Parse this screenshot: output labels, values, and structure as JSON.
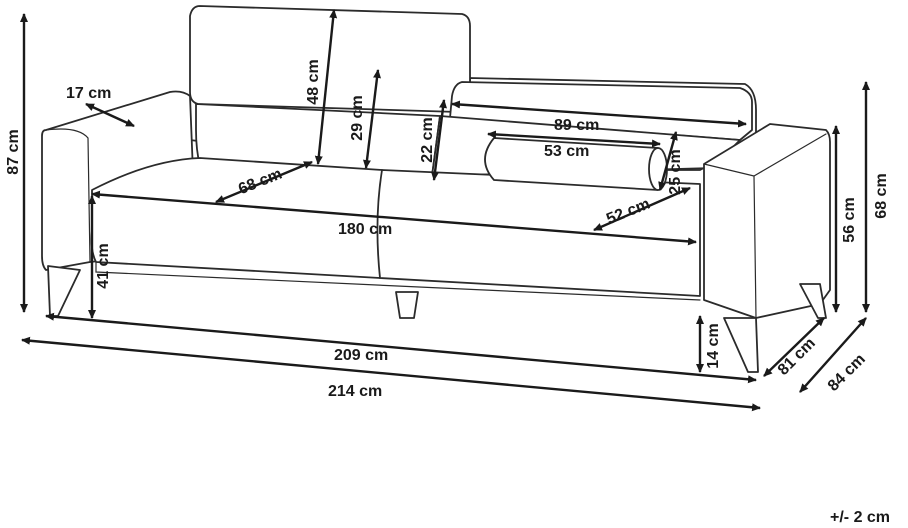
{
  "dimensions": {
    "total_height": "87 cm",
    "armrest_width": "17 cm",
    "backrest_height": "48 cm",
    "cushion_back_height": "29 cm",
    "pillow_height": "22 cm",
    "pillow_width": "89 cm",
    "bolster_length": "53 cm",
    "bolster_diameter": "25 cm",
    "seat_depth_left": "68 cm",
    "seat_depth_right": "52 cm",
    "seat_width": "180 cm",
    "seat_height": "41 cm",
    "inner_width": "209 cm",
    "total_width": "214 cm",
    "leg_height": "14 cm",
    "depth_inner": "81 cm",
    "depth_total": "84 cm",
    "armrest_height": "56 cm",
    "back_height_right": "68 cm"
  },
  "tolerance": "+/- 2 cm"
}
